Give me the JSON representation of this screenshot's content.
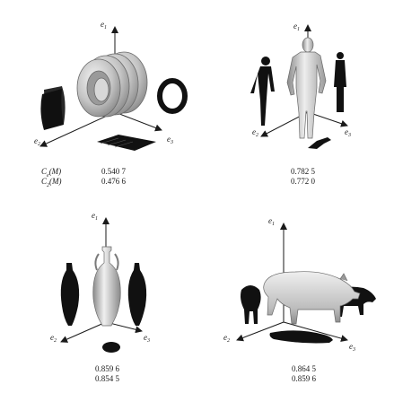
{
  "axes": {
    "e1": "e",
    "e1_sub": "1",
    "e2": "e",
    "e2_sub": "2",
    "e3": "e",
    "e3_sub": "3"
  },
  "row_labels": {
    "row1": "C",
    "row1_sub": "e",
    "row1_arg": "(M)",
    "row2": "C",
    "row2_sub": "2",
    "row2_arg": "(M)"
  },
  "panels": [
    {
      "object": "coil-spring",
      "value_e": "0.540 7",
      "value_2": "0.476 6"
    },
    {
      "object": "human-figure",
      "value_e": "0.782 5",
      "value_2": "0.772 0"
    },
    {
      "object": "amphora-vase",
      "value_e": "0.859 6",
      "value_2": "0.854 5"
    },
    {
      "object": "pig",
      "value_e": "0.864 5",
      "value_2": "0.859 6"
    }
  ]
}
